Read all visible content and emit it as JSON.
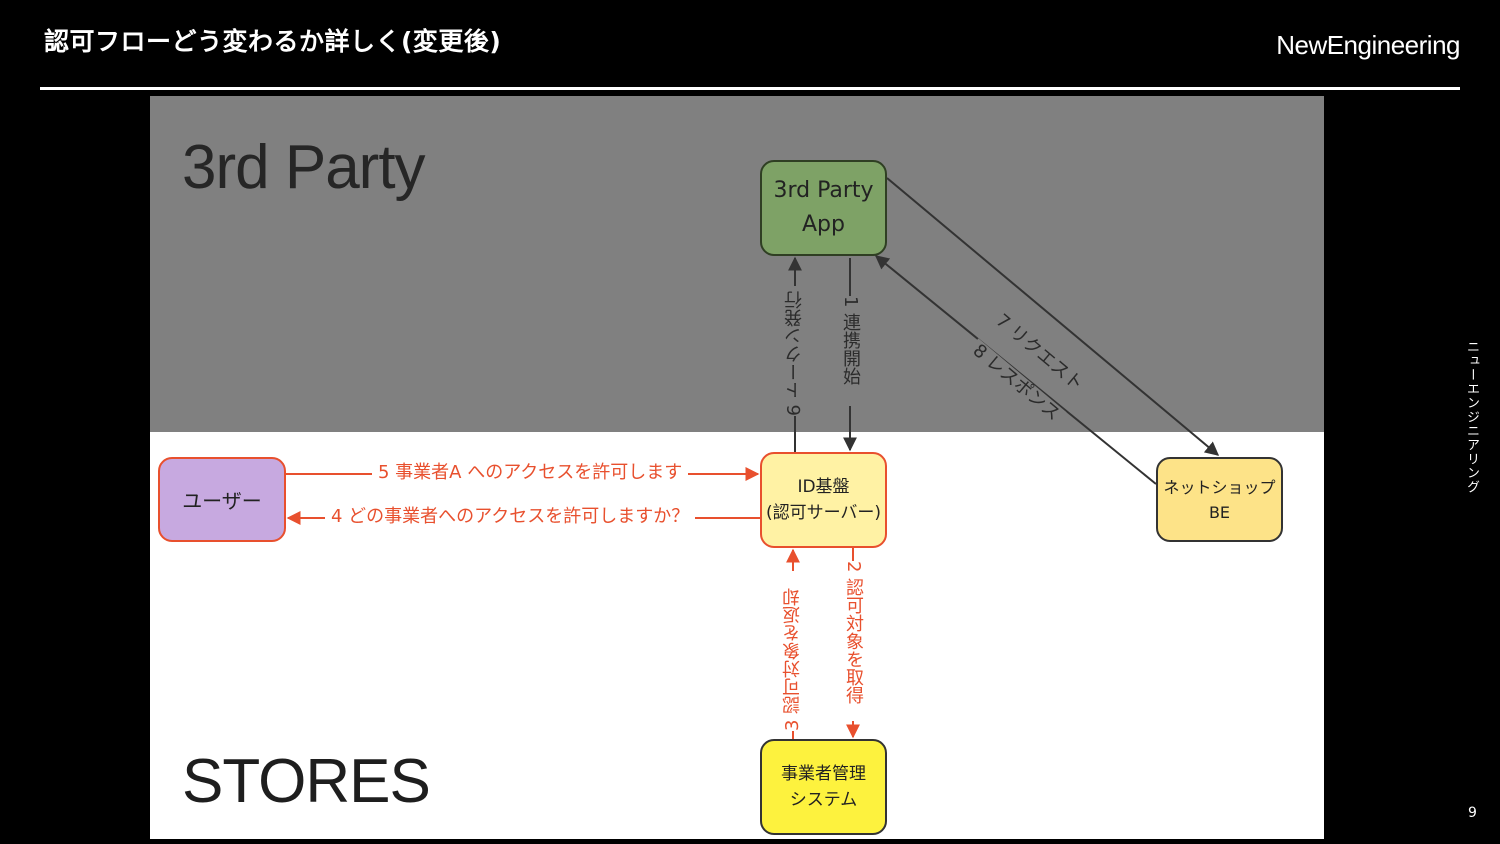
{
  "header": {
    "title": "認可フローどう変わるか詳しく(変更後)",
    "brand": "NewEngineering",
    "vertical_brand": "ニューエンジニアリング",
    "page_number": "9"
  },
  "diagram": {
    "zones": {
      "third_party": "3rd Party",
      "stores": "STORES"
    },
    "nodes": {
      "third_party_app": [
        "3rd Party",
        "App"
      ],
      "id_platform": [
        "ID基盤",
        "(認可サーバー)"
      ],
      "user": [
        "ユーザー"
      ],
      "netshop_be": [
        "ネットショップ",
        "BE"
      ],
      "business_system": [
        "事業者管理",
        "システム"
      ]
    },
    "edges": {
      "e1": "1 連携開始",
      "e2": "2 認可対象を取得",
      "e3": "3 認可対象を返却",
      "e4": "4 どの事業者へのアクセスを許可しますか？",
      "e5": "5 事業者A へのアクセスを許可します",
      "e6": "6 トークン発行",
      "e7": "7 リクエスト",
      "e8": "8 レスポンス"
    },
    "colors": {
      "third_party_zone": "#808080",
      "stores_zone": "#ffffff",
      "app_node": "#7ea266",
      "id_node": "#fff2a4",
      "user_node": "#c7a9e0",
      "netshop_node": "#fde388",
      "business_node": "#fdf23e",
      "accent_red": "#e8502e"
    }
  }
}
